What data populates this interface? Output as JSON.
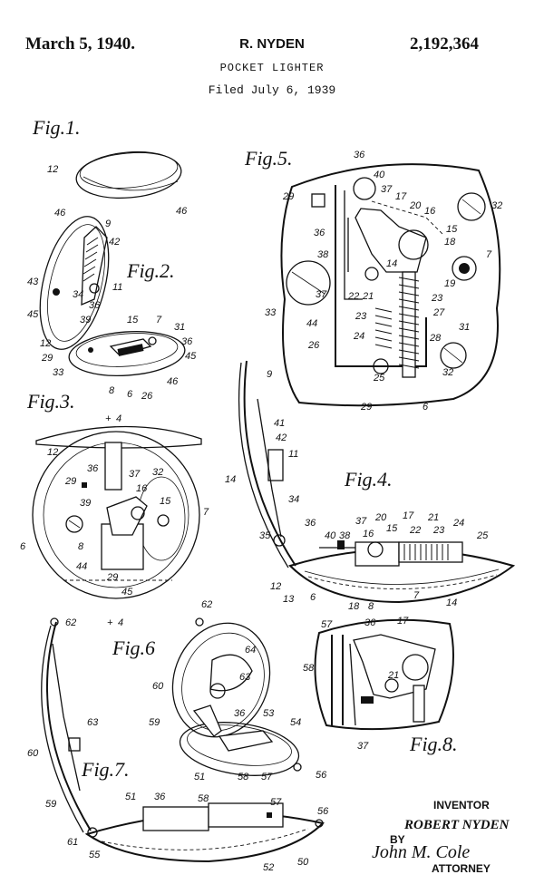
{
  "header": {
    "date": "March 5, 1940.",
    "inventor": "R. NYDEN",
    "patent_number": "2,192,364",
    "title": "POCKET LIGHTER",
    "filed": "Filed July 6, 1939"
  },
  "figures": {
    "fig1": "Fig.1.",
    "fig2": "Fig.2.",
    "fig3": "Fig.3.",
    "fig4": "Fig.4.",
    "fig5": "Fig.5.",
    "fig6": "Fig.6",
    "fig7": "Fig.7.",
    "fig8": "Fig.8."
  },
  "section_marks": {
    "top": "4",
    "bottom": "4"
  },
  "ref": {
    "fig1": [
      "12",
      "46"
    ],
    "fig2": [
      "46",
      "9",
      "42",
      "43",
      "34",
      "11",
      "36",
      "45",
      "39",
      "15",
      "7",
      "31",
      "12",
      "29",
      "36",
      "33",
      "45",
      "46",
      "8",
      "6",
      "26"
    ],
    "fig3": [
      "12",
      "36",
      "29",
      "37",
      "32",
      "39",
      "16",
      "15",
      "7",
      "6",
      "8",
      "44",
      "29",
      "45"
    ],
    "fig4": [
      "9",
      "41",
      "42",
      "11",
      "14",
      "34",
      "35",
      "36",
      "40",
      "38",
      "37",
      "16",
      "20",
      "15",
      "17",
      "22",
      "21",
      "23",
      "24",
      "25",
      "12",
      "13",
      "6",
      "18",
      "8",
      "7",
      "14"
    ],
    "fig5": [
      "36",
      "40",
      "37",
      "17",
      "20",
      "16",
      "29",
      "32",
      "15",
      "36",
      "18",
      "38",
      "7",
      "14",
      "19",
      "21",
      "23",
      "22",
      "33",
      "37",
      "27",
      "23",
      "44",
      "24",
      "28",
      "26",
      "31",
      "25",
      "32",
      "29",
      "6"
    ],
    "fig6": [
      "62",
      "64",
      "60",
      "63",
      "59",
      "36",
      "53",
      "54",
      "51",
      "58",
      "57",
      "56"
    ],
    "fig7": [
      "62",
      "63",
      "60",
      "59",
      "51",
      "36",
      "58",
      "57",
      "56",
      "61",
      "55",
      "52",
      "50"
    ],
    "fig8": [
      "57",
      "36",
      "17",
      "58",
      "21",
      "37"
    ]
  },
  "signature": {
    "inventor_label": "INVENTOR",
    "inventor_name": "ROBERT NYDEN",
    "by": "BY",
    "attorney_signature": "John M. Cole",
    "attorney_label": "ATTORNEY"
  }
}
